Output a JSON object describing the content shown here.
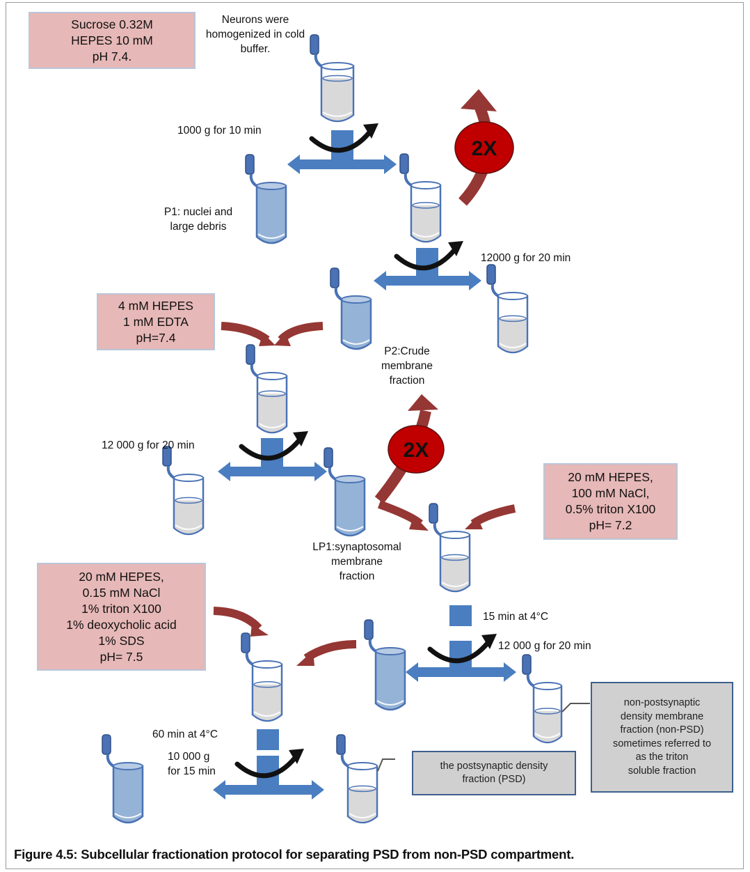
{
  "buffers": {
    "homogenization": "Sucrose 0.32M\nHEPES 10 mM\npH 7.4.",
    "hypotonic": "4 mM HEPES\n1 mM EDTA\npH=7.4",
    "triton": "20 mM HEPES,\n100 mM NaCl,\n0.5% triton X100\npH= 7.2",
    "solubilization": "20 mM HEPES,\n0.15 mM NaCl\n1% triton X100\n1% deoxycholic acid\n1% SDS\npH= 7.5"
  },
  "labels": {
    "start": "Neurons were\nhomogenized in cold\nbuffer.",
    "spin1": "1000 g for 10 min",
    "p1": "P1: nuclei and\nlarge debris",
    "spin2": "12000 g for 20 min",
    "p2": "P2:Crude\nmembrane\nfraction",
    "spin3": "12 000 g for 20 min",
    "lp1": "LP1:synaptosomal\nmembrane\nfraction",
    "incubate1": "15 min at 4°C",
    "spin4": "12 000 g for 20 min",
    "incubate2": "60 min at 4°C",
    "spin5": "10 000 g\nfor 15 min"
  },
  "repeat": {
    "first": "2X",
    "second": "2X"
  },
  "results": {
    "non_psd": "non-postsynaptic\ndensity membrane\nfraction (non-PSD)\nsometimes referred to\nas the triton\nsoluble fraction",
    "psd": "the postsynaptic density\nfraction (PSD)"
  },
  "caption": "Figure 4.5: Subcellular fractionation protocol for separating PSD from non-PSD compartment.",
  "colors": {
    "tube_blue": "#4a72b5",
    "tube_fill": "#95b3d7",
    "tube_liquid": "#d9d9d9",
    "connector": "#4a7ec0",
    "red_arrow": "#953734",
    "repeat_fill": "#c00000",
    "pink_box": "#e6b8b7",
    "gray_box": "#d0d0d0"
  }
}
